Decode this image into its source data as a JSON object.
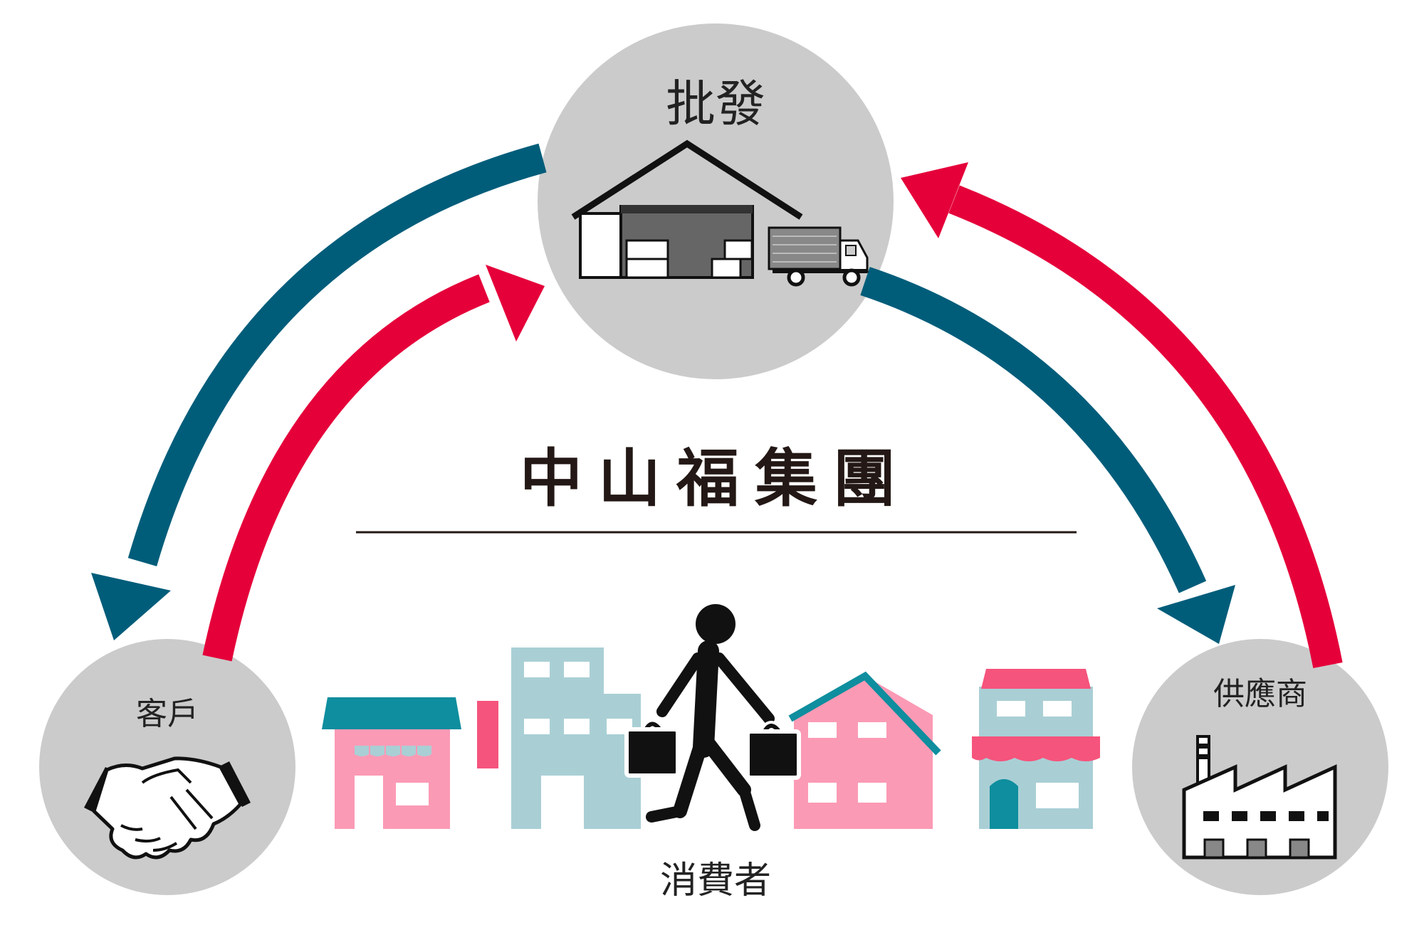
{
  "title": "中山福集團",
  "nodes": {
    "wholesale": {
      "label": "批發",
      "icon": "warehouse-truck-icon"
    },
    "customer": {
      "label": "客戶",
      "icon": "handshake-icon"
    },
    "supplier": {
      "label": "供應商",
      "icon": "factory-icon"
    },
    "consumer": {
      "label": "消費者",
      "icon": "shoppers-street-icon"
    }
  },
  "colors": {
    "circle": "#cbcbcb",
    "blue_arrow": "#005d7a",
    "red_arrow": "#e5003a",
    "teal": "#0e8e9e",
    "pink": "#fb9ab5",
    "light_blue": "#a9cfd5",
    "pink_dark": "#f5547c"
  }
}
